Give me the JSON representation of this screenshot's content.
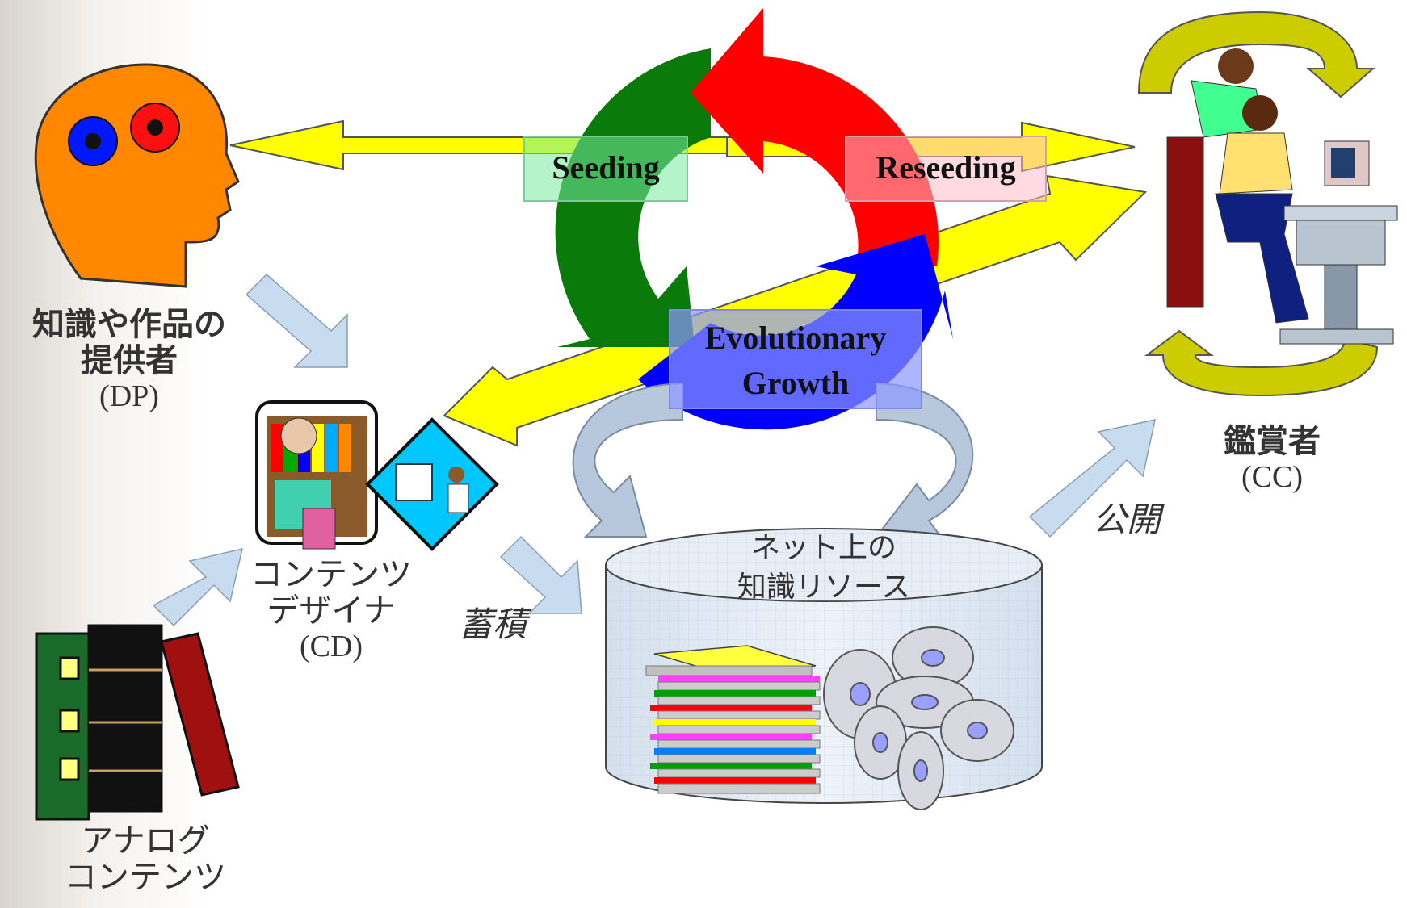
{
  "cycle": {
    "seeding": "Seeding",
    "reseeding": "Reseeding",
    "growth_line1": "Evolutionary",
    "growth_line2": "Growth"
  },
  "provider": {
    "line1": "知識や作品の",
    "line2": "提供者",
    "abbr": "(DP)"
  },
  "designer": {
    "line1": "コンテンツ",
    "line2": "デザイナ",
    "abbr": "(CD)"
  },
  "viewer": {
    "line1": "鑑賞者",
    "abbr": "(CC)"
  },
  "analog": {
    "line1": "アナログ",
    "line2": "コンテンツ"
  },
  "resource": {
    "line1": "ネット上の",
    "line2": "知識リソース"
  },
  "actions": {
    "accumulate": "蓄積",
    "publish": "公開"
  },
  "colors": {
    "yellow_arrow": "#ffff00",
    "green_arrow": "#0a7a0a",
    "red_arrow": "#ff0000",
    "blue_arrow": "#0000ff",
    "light_blue_arrow": "#c8dcf0",
    "head_orange": "#ff8800"
  }
}
